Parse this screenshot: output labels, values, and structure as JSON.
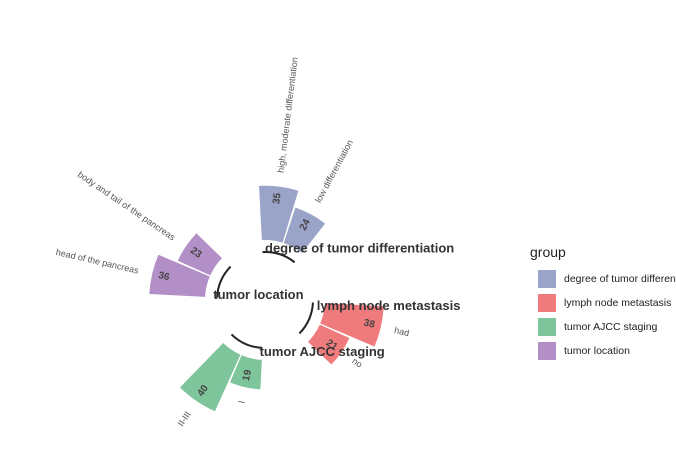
{
  "chart_data": {
    "type": "bar",
    "subtype": "circular-grouped-bar",
    "groups": [
      {
        "name": "degree of tumor differentiation",
        "legend_label": "degree of tumor different",
        "color": "#9aa3c8",
        "bars": [
          {
            "category": "high, moderate differentiation",
            "value": 35
          },
          {
            "category": "low differentiation",
            "value": 24
          }
        ]
      },
      {
        "name": "lymph node metastasis",
        "legend_label": "lymph node metastasis",
        "color": "#f07b7c",
        "bars": [
          {
            "category": "had",
            "value": 38
          },
          {
            "category": "no",
            "value": 21
          }
        ]
      },
      {
        "name": "tumor AJCC staging",
        "legend_label": "tumor AJCC staging",
        "color": "#7fc59c",
        "bars": [
          {
            "category": "I",
            "value": 19
          },
          {
            "category": "II-III",
            "value": 40
          }
        ]
      },
      {
        "name": "tumor location",
        "legend_label": "tumor location",
        "color": "#b38fc7",
        "bars": [
          {
            "category": "head of the pancreas",
            "value": 36
          },
          {
            "category": "body and tail of the pancreas",
            "value": 23
          }
        ]
      }
    ],
    "legend": {
      "title": "group",
      "position": "right"
    },
    "grid": false
  }
}
